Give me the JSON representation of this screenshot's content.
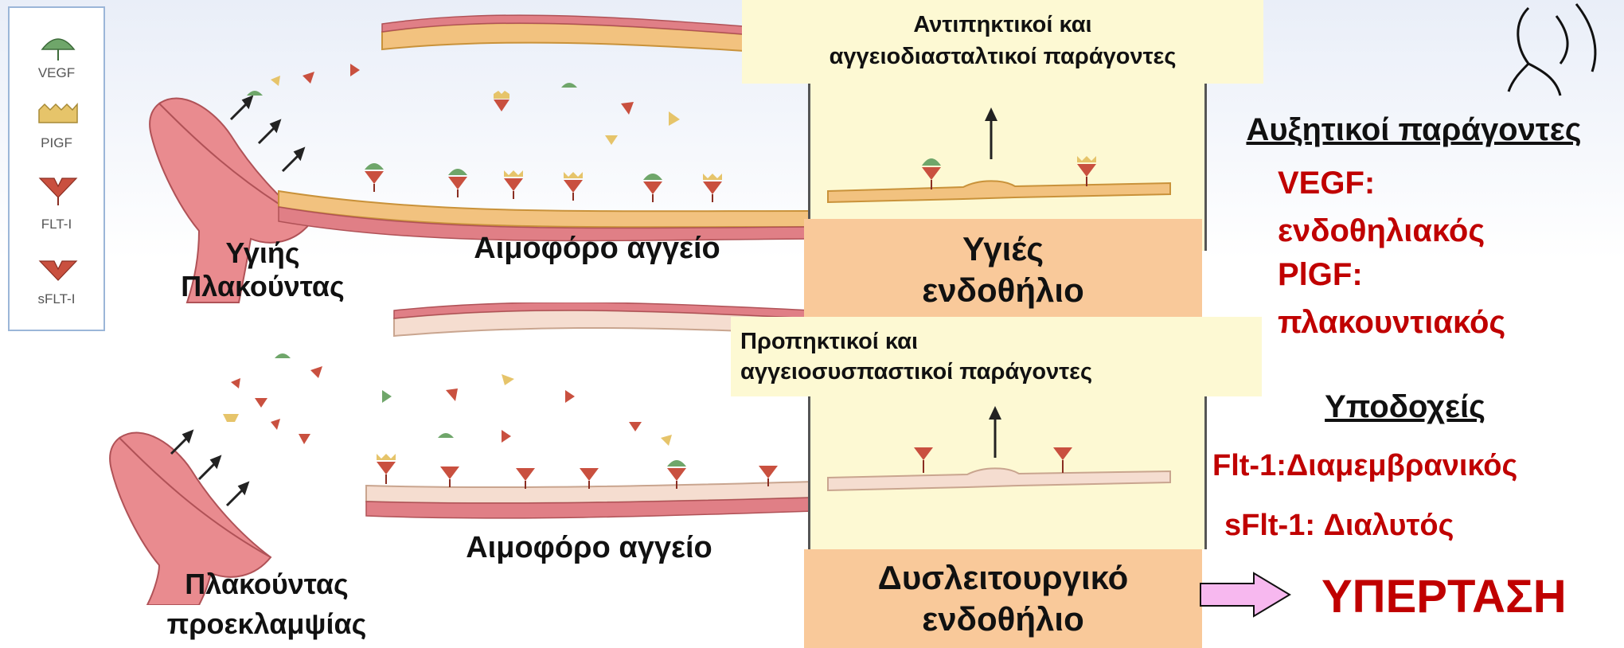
{
  "legend": {
    "vegf": "VEGF",
    "pigf": "PIGF",
    "flt1": "FLT-I",
    "sflt1": "sFLT-I"
  },
  "top_panel": {
    "placenta_label_line1": "Υγιής",
    "placenta_label_line2": "Πλακούντας",
    "vessel_label": "Αιμοφόρο αγγείο"
  },
  "bottom_panel": {
    "placenta_label_line1": "Πλακούντας",
    "placenta_label_line2": "προεκλαμψίας",
    "vessel_label": "Αιμοφόρο αγγείο"
  },
  "middle": {
    "top_factors_line1": "Αντιπηκτικοί και",
    "top_factors_line2": "αγγειοδιασταλτικοί παράγοντες",
    "healthy_line1": "Υγιές",
    "healthy_line2": "ενδοθήλιο",
    "bottom_factors_line1": "Προπηκτικοί και",
    "bottom_factors_line2": "αγγειοσυσπαστικοί παράγοντες",
    "dysfunctional_line1": "Δυσλειτουργικό",
    "dysfunctional_line2": "ενδοθήλιο"
  },
  "right": {
    "growth_heading": "Αυξητικοί παράγοντες",
    "vegf_line1": "VEGF:",
    "vegf_line2": "ενδοθηλιακός",
    "pigf_line1": "PlGF:",
    "pigf_line2": "πλακουντιακός",
    "receptors_heading": "Υποδοχείς",
    "flt1": "Flt-1:Διαμεμβρανικός",
    "sflt1": "sFlt-1: Διαλυτός",
    "result": "ΥΠΕΡΤΑΣΗ"
  },
  "colors": {
    "vegf": "#6fa66a",
    "pigf": "#e6c46a",
    "receptor": "#c9503f",
    "placenta": "#e98b8f",
    "vessel_healthy": "#f2c27f",
    "vessel_dys": "#f5ddd0",
    "vessel_wall": "#e07f86",
    "red_text": "#c00000",
    "arrow_fill": "#f7b8ef"
  }
}
